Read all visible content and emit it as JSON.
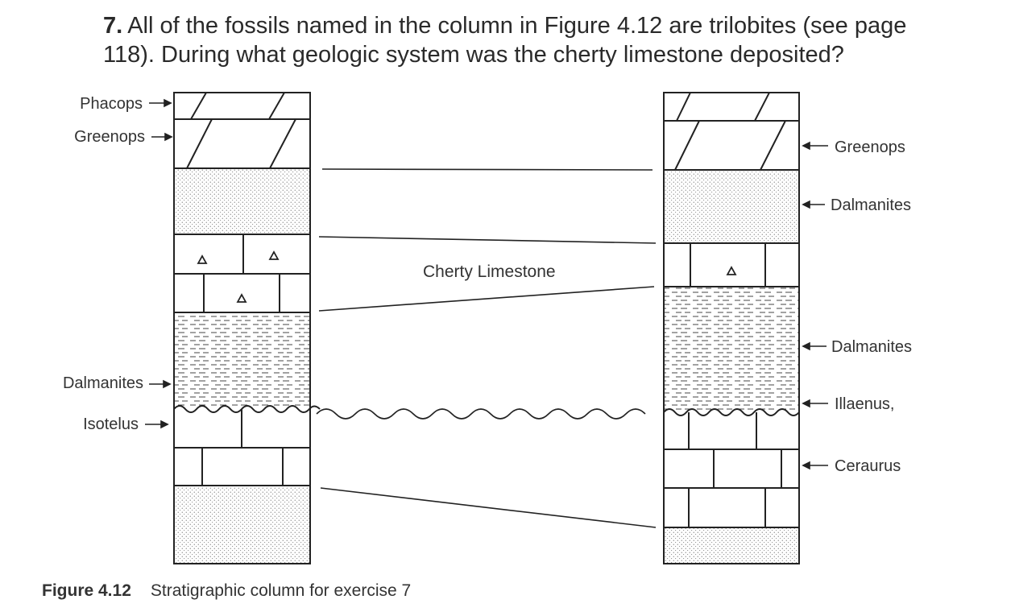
{
  "question": {
    "number": "7.",
    "text_line1": "All of the fossils named in the column in Figure 4.12 are trilobites (see page",
    "text_line2": "118). During what geologic system was the cherty limestone deposited?"
  },
  "diagram": {
    "center_label": "Cherty Limestone",
    "left_labels": {
      "phacops": "Phacops",
      "greenops": "Greenops",
      "dalmanites": "Dalmanites",
      "isotelus": "Isotelus"
    },
    "right_labels": {
      "greenops": "Greenops",
      "dalmanites_upper": "Dalmanites",
      "dalmanites_lower": "Dalmanites",
      "illaenus": "Illaenus,",
      "ceraurus": "Ceraurus"
    }
  },
  "caption": {
    "figure": "Figure 4.12",
    "text": "Stratigraphic column for exercise 7"
  }
}
